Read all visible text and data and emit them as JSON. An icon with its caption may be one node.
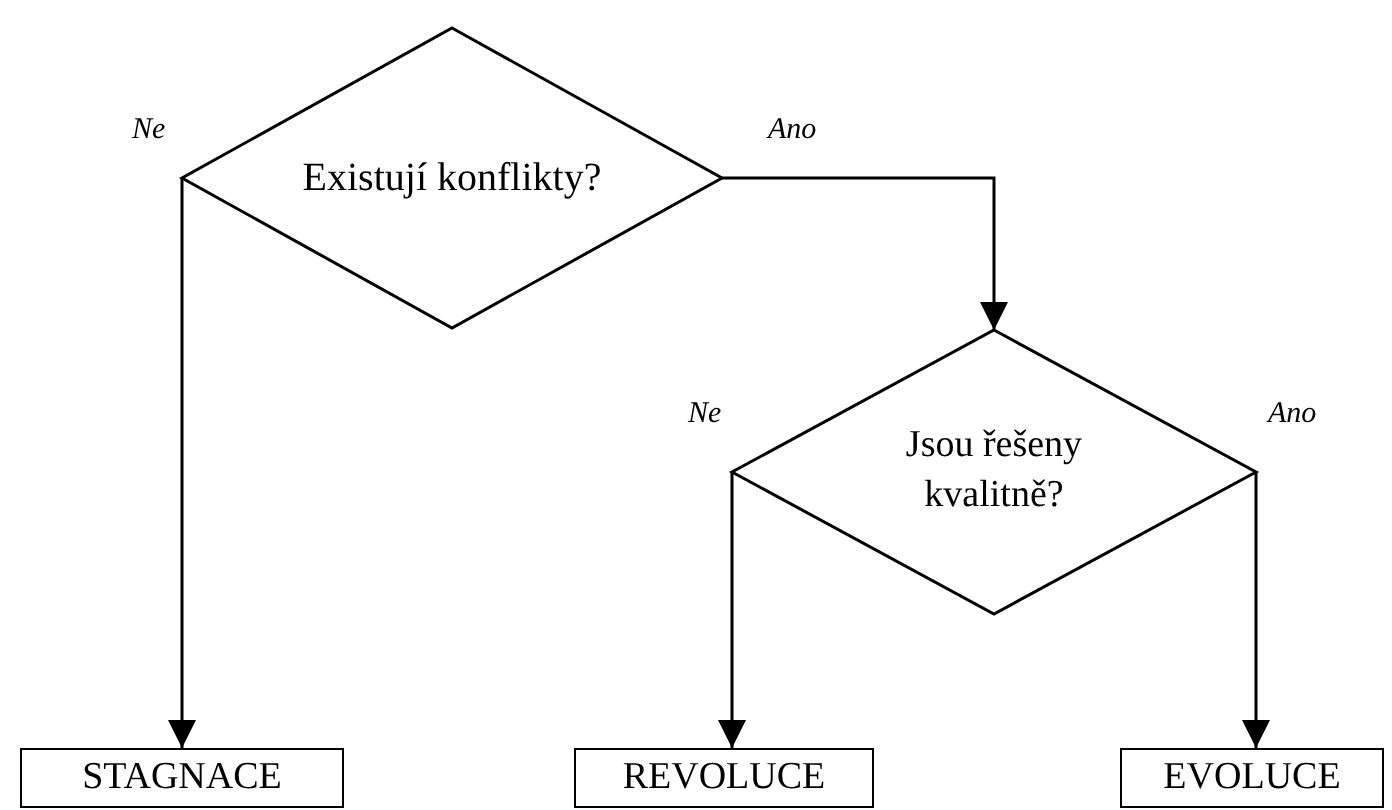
{
  "diagram": {
    "nodes": [
      {
        "text": [
          "Existují konflikty?"
        ]
      },
      {
        "text": [
          "Jsou řešeny kvalitně?"
        ]
      },
      {
        "text": [
          "STAGNACE"
        ]
      },
      {
        "text": [
          "REVOLUCE"
        ]
      },
      {
        "text": [
          "EVOLUCE"
        ]
      }
    ],
    "edges": [
      {
        "from": 0,
        "to": 2,
        "arrow": "to",
        "label": "Ne"
      },
      {
        "from": 0,
        "to": 1,
        "arrow": "to",
        "label": "Ano"
      },
      {
        "from": 1,
        "to": 3,
        "arrow": "to",
        "label": "Ne"
      },
      {
        "from": 1,
        "to": 4,
        "arrow": "to",
        "label": "Ano"
      }
    ]
  }
}
